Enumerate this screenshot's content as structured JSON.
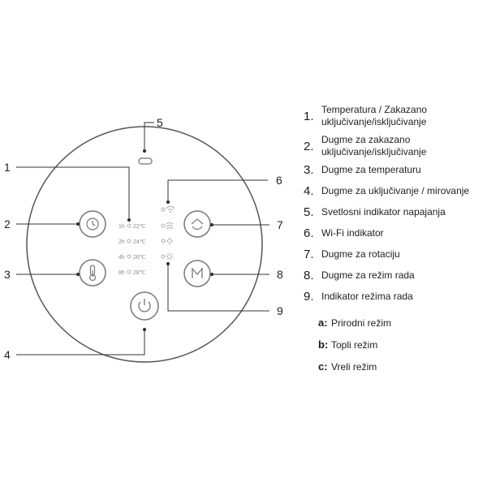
{
  "panel": {
    "timer_rows": [
      "1h",
      "2h",
      "4h",
      "8h"
    ],
    "temp_rows": [
      "22℃",
      "24℃",
      "26℃",
      "28℃"
    ]
  },
  "callouts": [
    "1",
    "2",
    "3",
    "4",
    "5",
    "6",
    "7",
    "8",
    "9"
  ],
  "legend": {
    "items": [
      {
        "num": "1.",
        "text": "Temperatura / Zakazano uključivanje/isključivanje"
      },
      {
        "num": "2.",
        "text": "Dugme za zakazano uključivanje/isključivanje"
      },
      {
        "num": "3.",
        "text": "Dugme za temperaturu"
      },
      {
        "num": "4.",
        "text": "Dugme za uključivanje / mirovanje"
      },
      {
        "num": "5.",
        "text": "Svetlosni indikator napajanja"
      },
      {
        "num": "6.",
        "text": "Wi-Fi indikator"
      },
      {
        "num": "7.",
        "text": "Dugme za rotaciju"
      },
      {
        "num": "8.",
        "text": "Dugme za režim rada"
      },
      {
        "num": "9.",
        "text": "Indikator režima rada"
      }
    ],
    "modes": [
      {
        "letter": "a:",
        "text": "Prirodni režim"
      },
      {
        "letter": "b:",
        "text": "Topli režim"
      },
      {
        "letter": "c:",
        "text": "Vreli režim"
      }
    ]
  }
}
